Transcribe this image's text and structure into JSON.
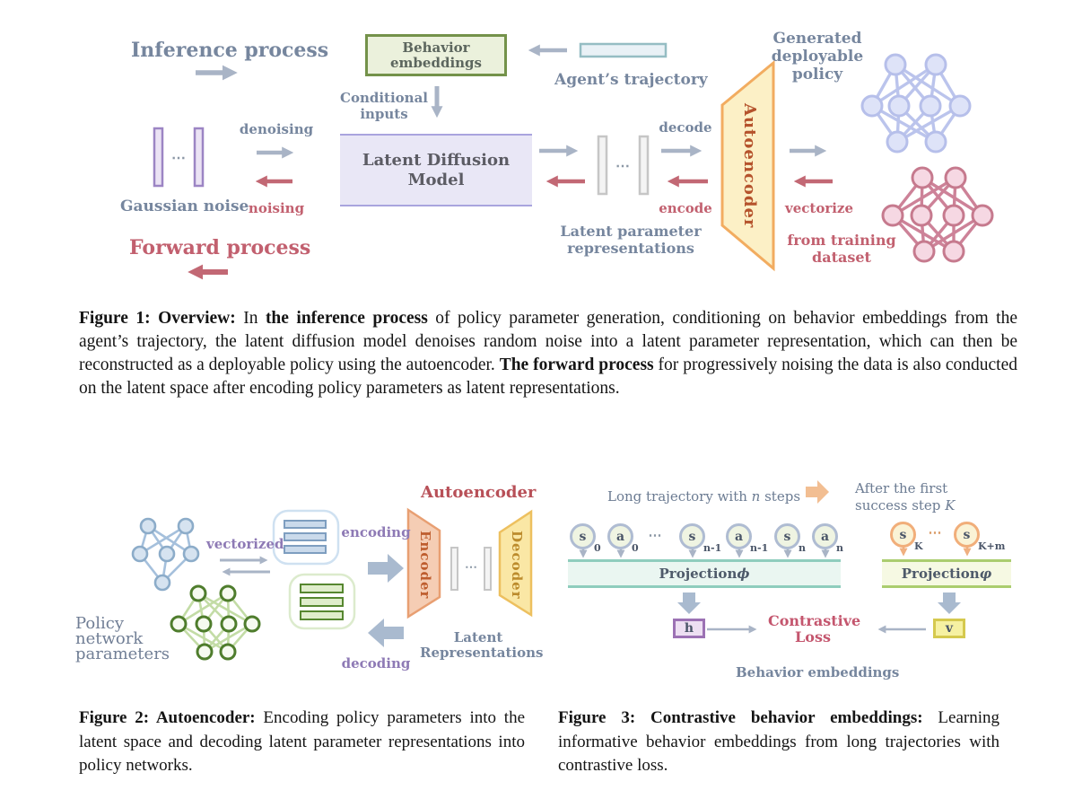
{
  "palette": {
    "slate": "#76869E",
    "ink": "#4A5568",
    "red": "#C2606F",
    "arrow-gray": "#A9B4C6",
    "arrow-red": "#C26874",
    "purple": "#8E7AB5",
    "rust": "#B5532C",
    "caption-ink": "#141414"
  },
  "figure1": {
    "inference_process": "Inference process",
    "forward_process": "Forward process",
    "behavior_box": {
      "line1": "Behavior",
      "line2": "embeddings"
    },
    "agents_trajectory": "Agent’s trajectory",
    "conditional_inputs": {
      "line1": "Conditional",
      "line2": "inputs"
    },
    "denoising": "denoising",
    "noising": "noising",
    "gaussian_noise": "Gaussian noise",
    "ldm": {
      "line1": "Latent Diffusion",
      "line2": "Model"
    },
    "decode": "decode",
    "encode": "encode",
    "latent_param": {
      "line1": "Latent parameter",
      "line2": "representations"
    },
    "autoencoder": "Autoencoder",
    "generated": {
      "line1": "Generated",
      "line2": "deployable",
      "line3": "policy"
    },
    "vectorize": "vectorize",
    "from_training": {
      "line1": "from training",
      "line2": "dataset"
    },
    "dots": "⋯"
  },
  "caption1": {
    "segments": [
      {
        "t": "Figure 1: Overview:",
        "b": true
      },
      {
        "t": "   In ",
        "b": false
      },
      {
        "t": "the inference process",
        "b": true
      },
      {
        "t": " of policy parameter generation, conditioning on behavior embeddings from the agent’s trajectory, the latent diffusion model denoises random noise into a latent parameter representation, which can then be reconstructed as a deployable policy using the autoencoder. ",
        "b": false
      },
      {
        "t": "The forward process",
        "b": true
      },
      {
        "t": " for progressively noising the data is also conducted on the latent space after encoding policy parameters as latent representations.",
        "b": false
      }
    ]
  },
  "figure2": {
    "title": "Autoencoder",
    "vectorized": "vectorized",
    "encoding": "encoding",
    "decoding": "decoding",
    "encoder": "Encoder",
    "decoder": "Decoder",
    "policy_params": {
      "line1": "Policy",
      "line2": "network",
      "line3": "parameters"
    },
    "latent_repr": {
      "line1": "Latent",
      "line2": "Representations"
    },
    "dots": "⋯"
  },
  "figure3": {
    "long_traj": {
      "pre": "Long trajectory with ",
      "var": "n",
      "post": " steps"
    },
    "after_first": {
      "line1": "After the first",
      "line2_pre": "success step ",
      "line2_var": "K"
    },
    "sequence": [
      {
        "letter": "s",
        "sub": "0"
      },
      {
        "letter": "a",
        "sub": "0"
      },
      {
        "letter": "s",
        "sub": "n-1"
      },
      {
        "letter": "a",
        "sub": "n-1"
      },
      {
        "letter": "s",
        "sub": "n"
      },
      {
        "letter": "a",
        "sub": "n"
      }
    ],
    "success_sequence": [
      {
        "letter": "s",
        "sub": "K"
      },
      {
        "letter": "s",
        "sub": "K+m"
      }
    ],
    "projection_left": {
      "label": "Projection ",
      "symbol": "ϕ"
    },
    "projection_right": {
      "label": "Projection ",
      "symbol": "φ"
    },
    "h": "h",
    "v": "v",
    "contrastive": {
      "line1": "Contrastive",
      "line2": "Loss"
    },
    "behavior_embeddings": "Behavior embeddings",
    "dots": "⋯"
  },
  "caption2": {
    "segments": [
      {
        "t": "Figure 2: Autoencoder:",
        "b": true
      },
      {
        "t": " Encoding policy parameters into the latent space and decoding latent parameter representations into policy networks.",
        "b": false
      }
    ]
  },
  "caption3": {
    "segments": [
      {
        "t": "Figure 3: Contrastive behavior embeddings:",
        "b": true
      },
      {
        "t": " Learning informative behavior embeddings from long trajectories with contrastive loss.",
        "b": false
      }
    ]
  }
}
